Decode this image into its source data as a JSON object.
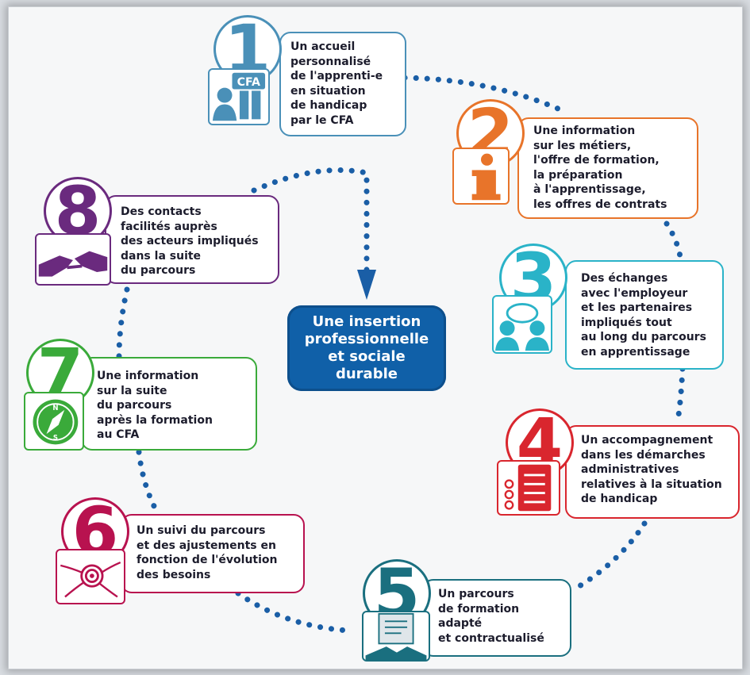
{
  "center": {
    "label": "Une insertion\nprofessionnelle\net sociale\ndurable"
  },
  "steps": [
    {
      "number": "1",
      "color": "#4a90b8",
      "icon": "cfa-building-icon",
      "icon_label": "CFA",
      "text": "Un accueil\npersonnalisé\nde l'apprenti-e\nen situation\nde handicap\npar le CFA"
    },
    {
      "number": "2",
      "color": "#e8742a",
      "icon": "information-icon",
      "text": "Une information\nsur les métiers,\nl'offre de formation,\nla préparation\nà l'apprentissage,\nles offres de contrats"
    },
    {
      "number": "3",
      "color": "#2ab3c8",
      "icon": "people-dialogue-icon",
      "text": "Des échanges\navec l'employeur\net les partenaires\nimpliqués tout\nau long du parcours\nen apprentissage"
    },
    {
      "number": "4",
      "color": "#d9262e",
      "icon": "checklist-icon",
      "text": "Un accompagnement\ndans les démarches\nadministratives\nrelatives à la situation\nde handicap"
    },
    {
      "number": "5",
      "color": "#1a6f7f",
      "icon": "contract-handshake-icon",
      "text": "Un parcours\nde formation\nadapté\net contractualisé"
    },
    {
      "number": "6",
      "color": "#b8124f",
      "icon": "target-icon",
      "text": "Un suivi du parcours\net des ajustements en\nfonction de l'évolution\ndes besoins"
    },
    {
      "number": "7",
      "color": "#3aaa3a",
      "icon": "compass-icon",
      "icon_label_n": "N",
      "icon_label_s": "S",
      "text": "Une information\nsur la suite\ndu parcours\naprès la formation\nau CFA"
    },
    {
      "number": "8",
      "color": "#6a2a7e",
      "icon": "handshake-icon",
      "text": "Des contacts\nfacilités auprès\ndes acteurs impliqués\ndans la suite\ndu parcours"
    }
  ],
  "dots_color": "#1a5ea6"
}
